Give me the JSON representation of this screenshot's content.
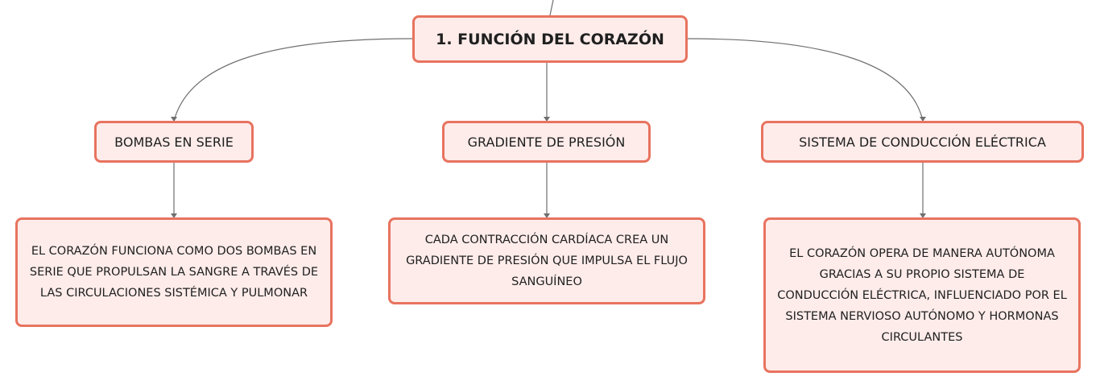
{
  "root": {
    "label": "1. FUNCIÓN DEL CORAZÓN"
  },
  "categories": [
    {
      "label": "BOMBAS EN SERIE"
    },
    {
      "label": "GRADIENTE DE PRESIÓN"
    },
    {
      "label": "SISTEMA DE CONDUCCIÓN ELÉCTRICA"
    }
  ],
  "details": [
    {
      "text": "EL CORAZÓN FUNCIONA COMO DOS BOMBAS EN SERIE QUE PROPULSAN LA SANGRE A TRAVÉS DE LAS CIRCULACIONES SISTÉMICA Y PULMONAR"
    },
    {
      "text": "CADA CONTRACCIÓN CARDÍACA CREA UN GRADIENTE DE PRESIÓN QUE IMPULSA EL FLUJO SANGUÍNEO"
    },
    {
      "text": "EL CORAZÓN OPERA DE MANERA AUTÓNOMA GRACIAS A SU PROPIO SISTEMA DE CONDUCCIÓN ELÉCTRICA, INFLUENCIADO POR EL SISTEMA NERVIOSO AUTÓNOMO Y HORMONAS CIRCULANTES"
    }
  ],
  "colors": {
    "node_fill": "#fdecea",
    "node_border": "#e8735f",
    "line": "#6f6f6f"
  }
}
